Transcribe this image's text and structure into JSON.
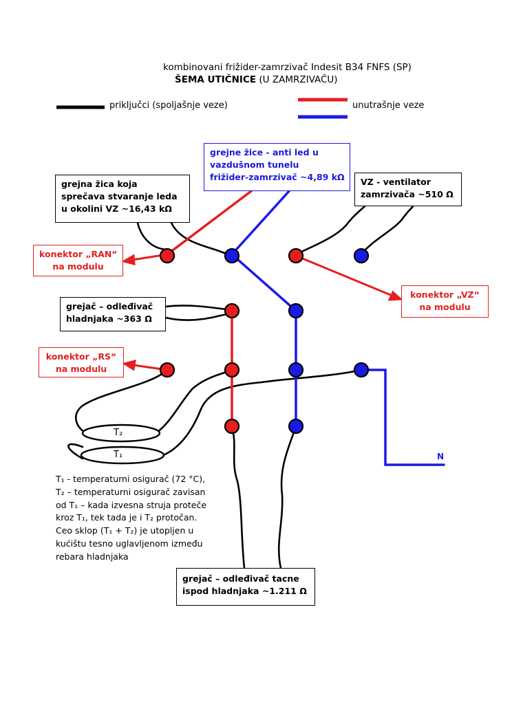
{
  "header": {
    "title": "kombinovani frižider-zamrzivač Indesit B34 FNFS (SP)",
    "subtitle_bold": "ŠEMA UTIČNICE",
    "subtitle_rest": "(U ZAMRZIVAČU)"
  },
  "legend": {
    "external": "priključci (spoljašnje veze)",
    "internal": "unutrašnje veze"
  },
  "colors": {
    "red": "#e61e1e",
    "blue": "#1a1ae6",
    "black": "#000000"
  },
  "boxes": {
    "anti_ice": [
      "grejna žica koja",
      "sprečava stvaranje leda",
      "u okolini VZ  ~16,43 kΩ"
    ],
    "tunnel": [
      "grejne žice - anti led u",
      "vazdušnom tunelu",
      "frižider-zamrzivač ~4,89 kΩ"
    ],
    "fan": [
      "VZ - ventilator",
      "zamrzivača ~510 Ω"
    ],
    "cooler_heater": [
      "grejač – odleđivač",
      "hladnjaka ~363 Ω"
    ],
    "tray_heater": [
      "grejač – odleđivač tacne",
      "ispod hladnjaka ~1.211 Ω"
    ],
    "ran": [
      "konektor „RAN“",
      "na modulu"
    ],
    "vz": [
      "konektor „VZ“",
      "na modulu"
    ],
    "rs": [
      "konektor „RS“",
      "na modulu"
    ]
  },
  "fuses": {
    "t2": "T₂",
    "t1": "T₁"
  },
  "neutral_label": "N",
  "note": [
    "T₁ - temperaturni osigurač (72 °C),",
    "T₂ – temperaturni osigurač zavisan",
    "od T₁ – kada izvesna struja proteče",
    "kroz T₁, tek tada je i T₂ protočan.",
    "Ceo sklop (T₁ + T₂) je utopljen u",
    "kućištu tesno uglavljenom između",
    "rebara hladnjaka"
  ]
}
